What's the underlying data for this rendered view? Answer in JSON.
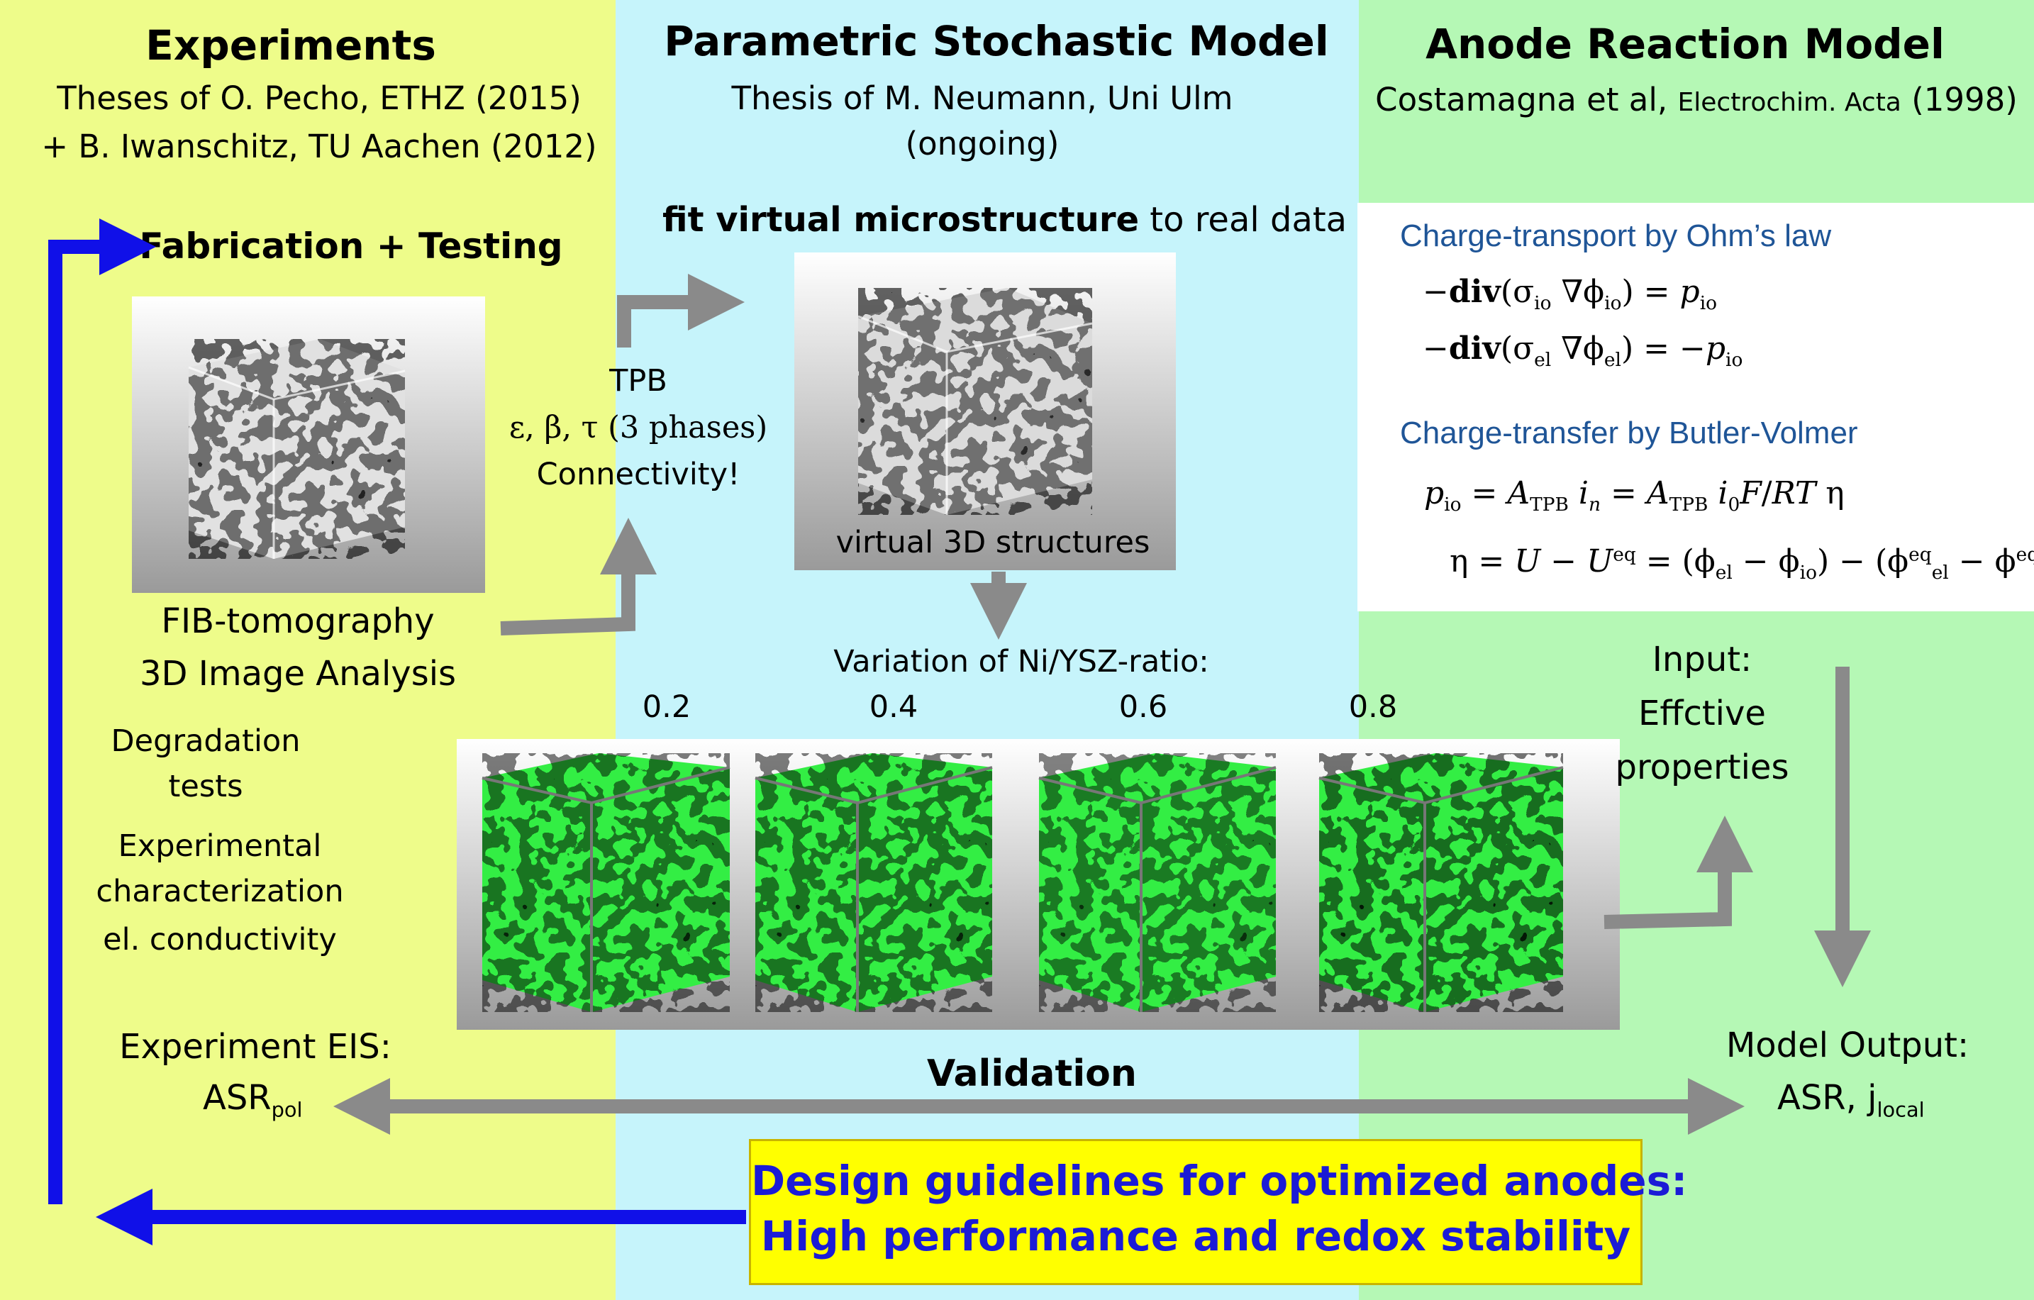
{
  "columns": {
    "experiments": {
      "title": "Experiments",
      "line1": "Theses of O. Pecho, ETHZ (2015)",
      "line2": "+ B. Iwanschitz, TU Aachen (2012)",
      "color": "#eefc8a"
    },
    "stochastic": {
      "title": "Parametric Stochastic Model",
      "line1": "Thesis of M. Neumann, Uni Ulm",
      "line2": "(ongoing)",
      "color": "#c6f4fb"
    },
    "anode": {
      "title": "Anode Reaction Model",
      "ref_authors": "Costamagna et al,",
      "ref_journal": "Electrochim. Acta",
      "ref_year": "(1998)",
      "color": "#b5f8b5"
    }
  },
  "left": {
    "fabrication": "Fabrication + Testing",
    "fib1": "FIB-tomography",
    "fib2": "3D Image Analysis",
    "deg1": "Degradation",
    "deg2": "tests",
    "exp1": "Experimental",
    "exp2": "characterization",
    "exp3": "el. conductivity",
    "eis": "Experiment EIS:",
    "asr": "ASR",
    "asr_sub": "pol"
  },
  "middle": {
    "tpb": "TPB",
    "params": "ε, β, τ (3 phases)",
    "connectivity": "Connectivity!",
    "fit_bold": "fit virtual microstructure",
    "fit_rest": " to real data",
    "virtual": "virtual 3D structures",
    "variation": "Variation of Ni/YSZ-ratio:",
    "ratios": [
      "0.2",
      "0.4",
      "0.6",
      "0.8"
    ],
    "validation": "Validation"
  },
  "right": {
    "charge_transport": "Charge-transport by Ohm’s law",
    "charge_transfer": "Charge-transfer by Butler-Volmer",
    "input1": "Input:",
    "input2": "Effctive",
    "input3": "properties",
    "output": "Model Output:",
    "asr": "ASR, j",
    "asr_sub": "local"
  },
  "design": {
    "line1": "Design guidelines for optimized anodes:",
    "line2": "High performance and redox stability",
    "text_color": "#1b1bd6",
    "bg_color": "#ffff00"
  },
  "colors": {
    "arrow_gray": "#8a8a8a",
    "arrow_blue": "#1010e8",
    "cube_green": "#33ee44",
    "cube_blue": "#1a3ce0"
  }
}
